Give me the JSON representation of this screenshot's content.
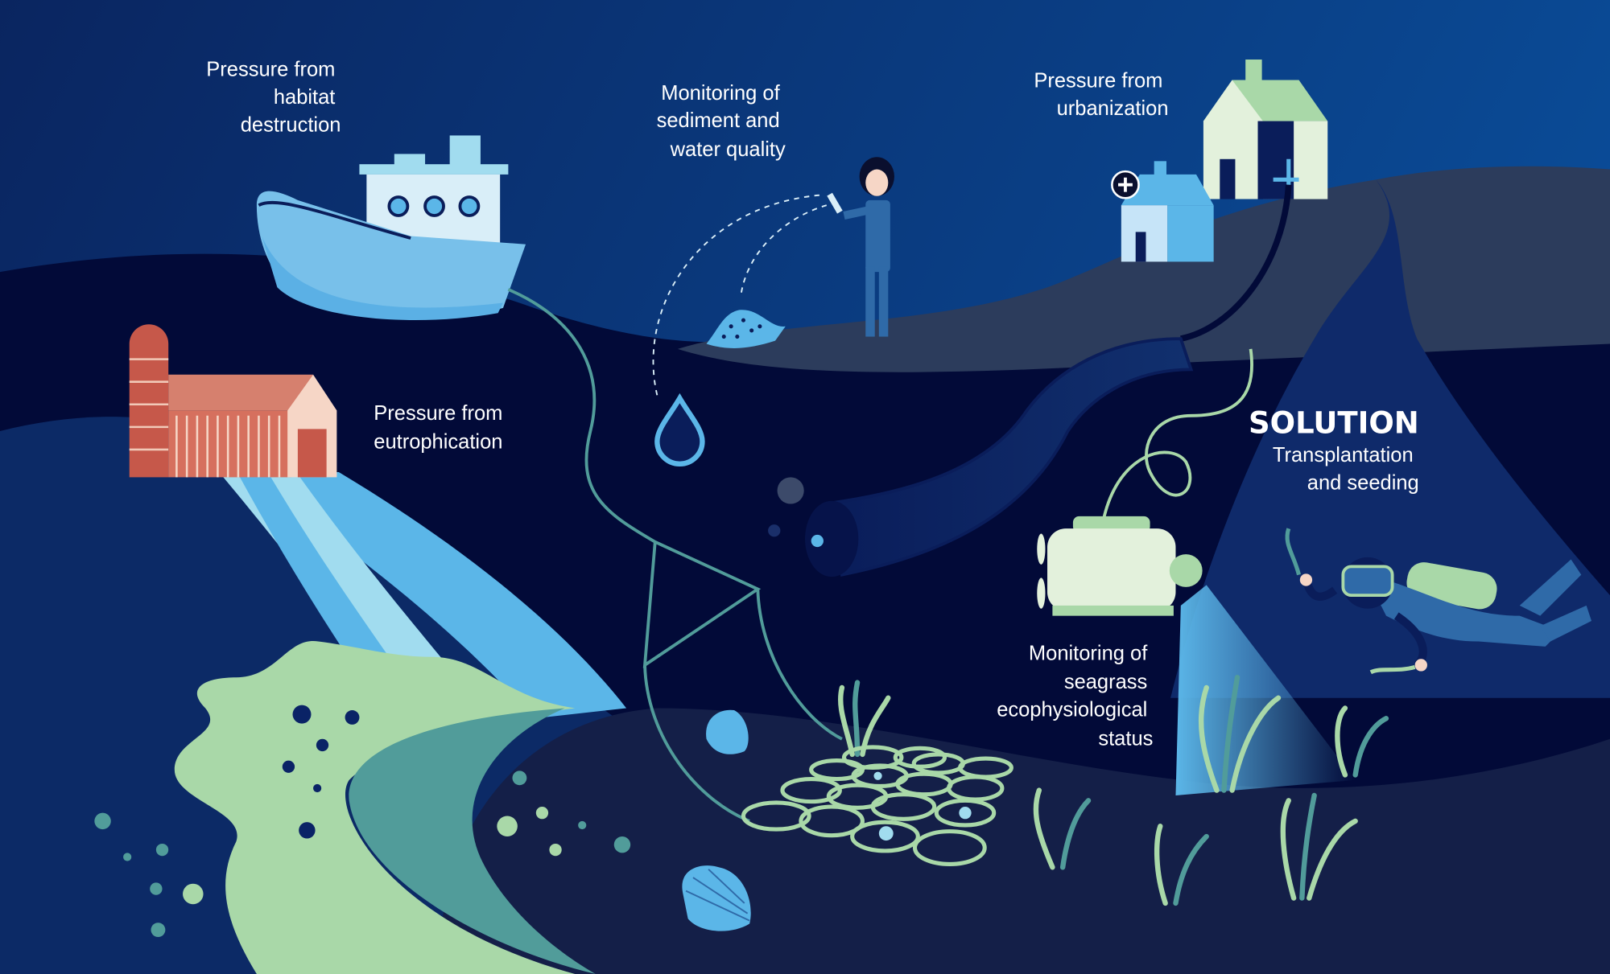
{
  "labels": {
    "habitat": [
      "Pressure from",
      "habitat",
      "destruction"
    ],
    "sediment": [
      "Monitoring of",
      "sediment and",
      "water quality"
    ],
    "urbanization": [
      "Pressure from",
      "urbanization"
    ],
    "eutrophication": [
      "Pressure from",
      "eutrophication"
    ],
    "solution": {
      "title": "SOLUTION",
      "lines": [
        "Transplantation",
        "and seeding"
      ]
    },
    "seagrass": [
      "Monitoring of",
      "seagrass",
      "ecophysiological",
      "status"
    ]
  },
  "colors": {
    "sky_top": "#082766",
    "sky_right": "#0a4a96",
    "deep": "#020a38",
    "land": "#2c3c5c",
    "seafloor": "#141f48",
    "light_green": "#a9d8a8",
    "teal": "#519c9a",
    "light_blue": "#5bb6e8",
    "barn": "#d6705e"
  }
}
